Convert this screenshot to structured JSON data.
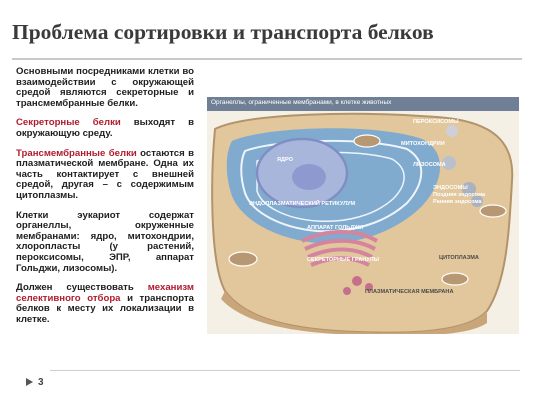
{
  "slide": {
    "title": "Проблема сортировки и транспорта белков",
    "page_number": "3",
    "paragraphs": [
      {
        "pre": "Основными посредниками клетки во взаимодействии с окружающей средой являются секреторные и трансмембранные белки.",
        "hl": "",
        "post": ""
      },
      {
        "pre": "",
        "hl": "Секреторные белки",
        "post": " выходят в окружающую среду."
      },
      {
        "pre": "",
        "hl": "Трансмембранные белки",
        "post": " остаются в плазматической мембране. Одна их часть контактирует с внешней средой, другая – с содержимым цитоплазмы."
      },
      {
        "pre": "Клетки эукариот содержат органеллы, окруженные мембранами: ядро, митохондрии, хлоропласты (у растений, пероксисомы, ЭПР, аппарат Гольджи, лизосомы).",
        "hl": "",
        "post": ""
      },
      {
        "pre": "Должен существовать ",
        "hl": "механизм селективного отбора",
        "post": " и транспорта белков к месту их локализации в клетке."
      }
    ]
  },
  "figure": {
    "header": "Органеллы, ограниченные мембранами, в клетке животных",
    "labels": {
      "peroxisomes": "ПЕРОКСИСОМЫ",
      "mitochondria": "МИТОХОНДРИИ",
      "nucleus": "ЯДРО",
      "lysosome": "ЛИЗОСОМА",
      "endosomes": "ЭНДОСОМЫ",
      "late_endosome": "Поздняя эндосома",
      "early_endosome": "Ранняя эндосома",
      "er": "ЭНДОПЛАЗМАТИЧЕСКИЙ РЕТИКУЛУМ",
      "golgi": "АППАРАТ ГОЛЬДЖИ",
      "secretory_granules": "СЕКРЕТОРНЫЕ ГРАНУЛЫ",
      "cytoplasm": "ЦИТОПЛАЗМА",
      "plasma_membrane": "ПЛАЗМАТИЧЕСКАЯ МЕМБРАНА"
    },
    "colors": {
      "header": "#6f7f95",
      "cytoplasm": "#e2c79c",
      "er": "#6fa6d8",
      "nucleus": "#a9b6dc",
      "golgi": "#d4849e"
    }
  }
}
